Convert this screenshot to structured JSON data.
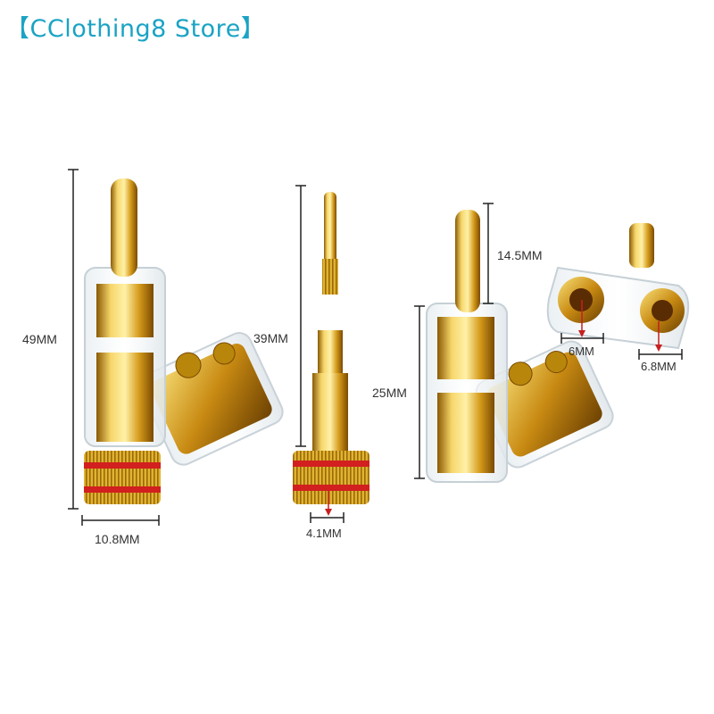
{
  "store": {
    "name": "【CClothing8 Store】"
  },
  "dimensions": {
    "height_total": "49MM",
    "knob_width": "10.8MM",
    "pin_length": "39MM",
    "pin_diameter": "4.1MM",
    "tip_length": "14.5MM",
    "body_height": "25MM",
    "hole_small": "6MM",
    "hole_large": "6.8MM"
  },
  "colors": {
    "gold": "#d9a81e",
    "red": "#d21f1f",
    "accent": "#1aa3c4"
  }
}
